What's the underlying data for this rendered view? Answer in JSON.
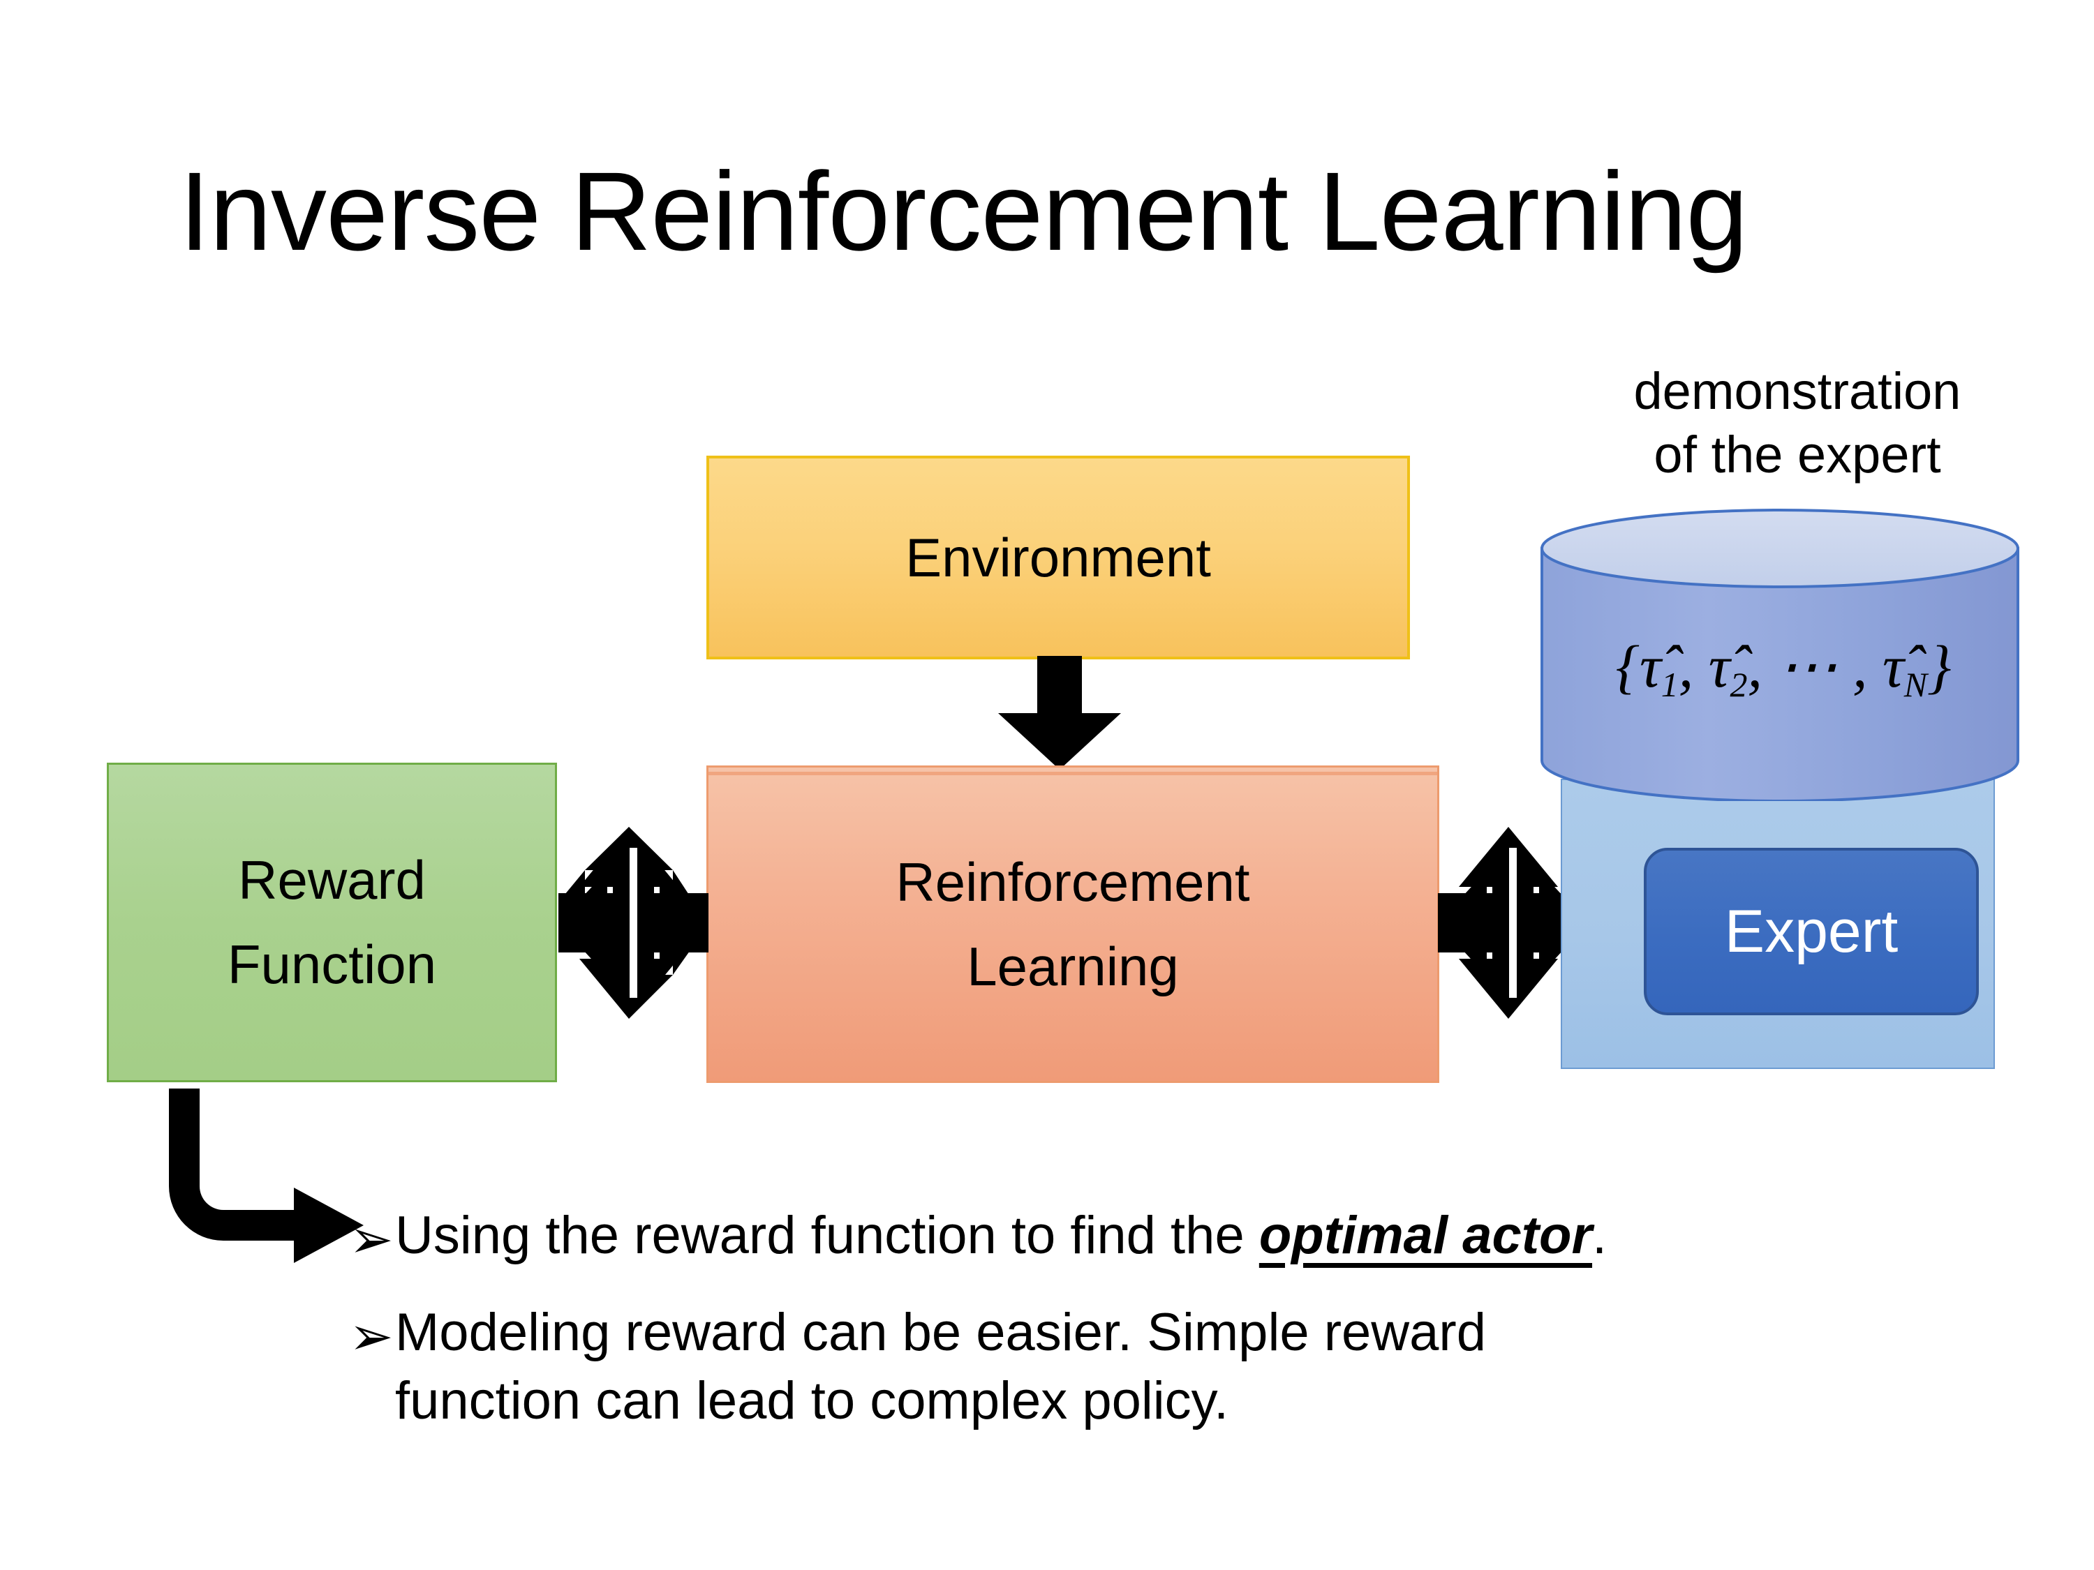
{
  "slide": {
    "title": "Inverse Reinforcement Learning",
    "background_color": "#FFFFFF"
  },
  "diagram": {
    "environment": {
      "label": "Environment",
      "fill_color": "#FBD17A",
      "border_color": "#EFC018"
    },
    "reinforcement_learning": {
      "label_line1": "Reinforcement",
      "label_line2": "Learning",
      "fill_color": "#F4B193",
      "border_color": "#ED9B6E"
    },
    "reward_function": {
      "label_line1": "Reward",
      "label_line2": "Function",
      "fill_color": "#A9D18E",
      "border_color": "#70AD47"
    },
    "demonstration": {
      "caption_line1": "demonstration",
      "caption_line2": "of the expert",
      "formula_open": "{",
      "formula_tau1": "τ̂",
      "formula_sub1": "1",
      "formula_sep1": ", ",
      "formula_tau2": "τ̂",
      "formula_sub2": "2",
      "formula_sep2": ", ⋯ , ",
      "formula_tauN": "τ̂",
      "formula_subN": "N",
      "formula_close": "}",
      "cylinder_top_color": "#CDD8EE",
      "cylinder_body_color": "#93A7DC",
      "cylinder_stroke_color": "#4472C4"
    },
    "expert": {
      "label": "Expert",
      "fill_color": "#3B6CC0",
      "border_color": "#2E5496",
      "text_color": "#FFFFFF",
      "panel_color": "#A7C7E8",
      "panel_border_color": "#6C9BD2"
    },
    "arrows": {
      "environment_to_rl": "down-arrow",
      "reward_to_rl": "four-way-arrow",
      "rl_to_expert": "four-way-arrow",
      "reward_to_bullet": "elbow-arrow",
      "color": "#000000"
    }
  },
  "bullets": [
    {
      "marker": "➢",
      "text_before": "Using the reward function to find the ",
      "emphasis": "optimal actor",
      "text_after": ".",
      "line2": ""
    },
    {
      "marker": "➢",
      "text_before": "Modeling reward can be easier. Simple reward",
      "emphasis": "",
      "text_after": "",
      "line2": "function can lead to complex policy."
    }
  ]
}
